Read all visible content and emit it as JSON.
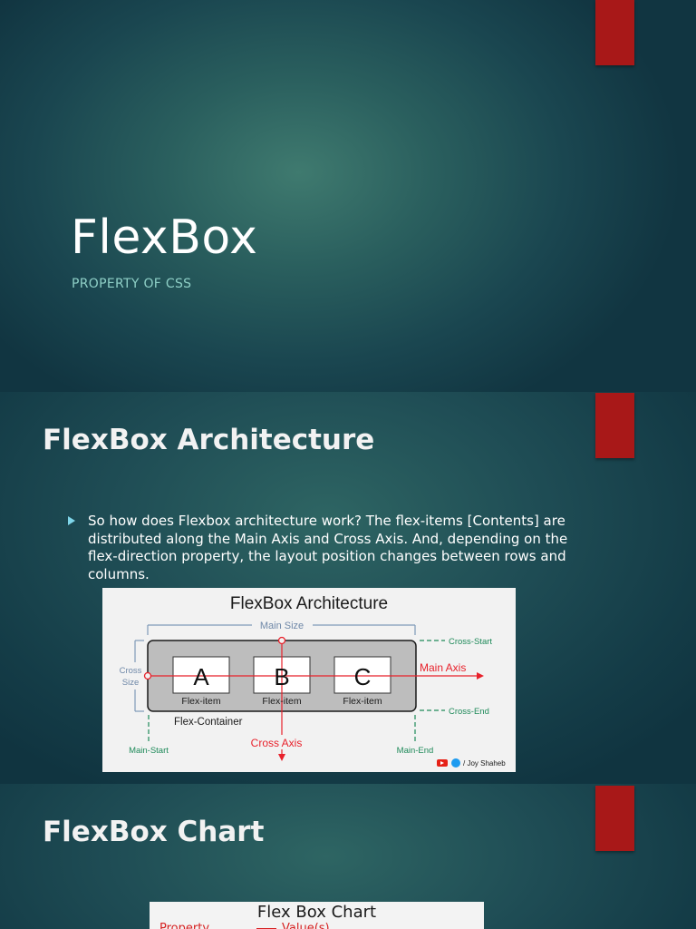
{
  "slide1": {
    "title": "FlexBox",
    "subtitle": "PROPERTY OF CSS"
  },
  "slide2": {
    "title": "FlexBox Architecture",
    "bullet": "So how does Flexbox architecture work? The flex-items [Contents] are distributed along the Main Axis and Cross Axis. And, depending on the flex-direction property, the layout position changes between rows and columns.",
    "diagram": {
      "title": "FlexBox Architecture",
      "main_size": "Main Size",
      "cross_size_1": "Cross",
      "cross_size_2": "Size",
      "items": [
        {
          "letter": "A",
          "label": "Flex-item"
        },
        {
          "letter": "B",
          "label": "Flex-item"
        },
        {
          "letter": "C",
          "label": "Flex-item"
        }
      ],
      "main_axis": "Main Axis",
      "cross_axis": "Cross Axis",
      "cross_start": "Cross-Start",
      "cross_end": "Cross-End",
      "main_start": "Main-Start",
      "main_end": "Main-End",
      "container": "Flex-Container",
      "credit": "/ Joy Shaheb"
    }
  },
  "slide3": {
    "title": "FlexBox Chart",
    "chart_title": "Flex Box Chart",
    "chart_prop": "Property",
    "chart_value": "Value(s)"
  },
  "colors": {
    "accent_red": "#a81818",
    "bullet": "#7fd6ea",
    "subtitle": "#8fd0c7",
    "diagram_red": "#e8212b",
    "diagram_green": "#1f8a5a"
  }
}
